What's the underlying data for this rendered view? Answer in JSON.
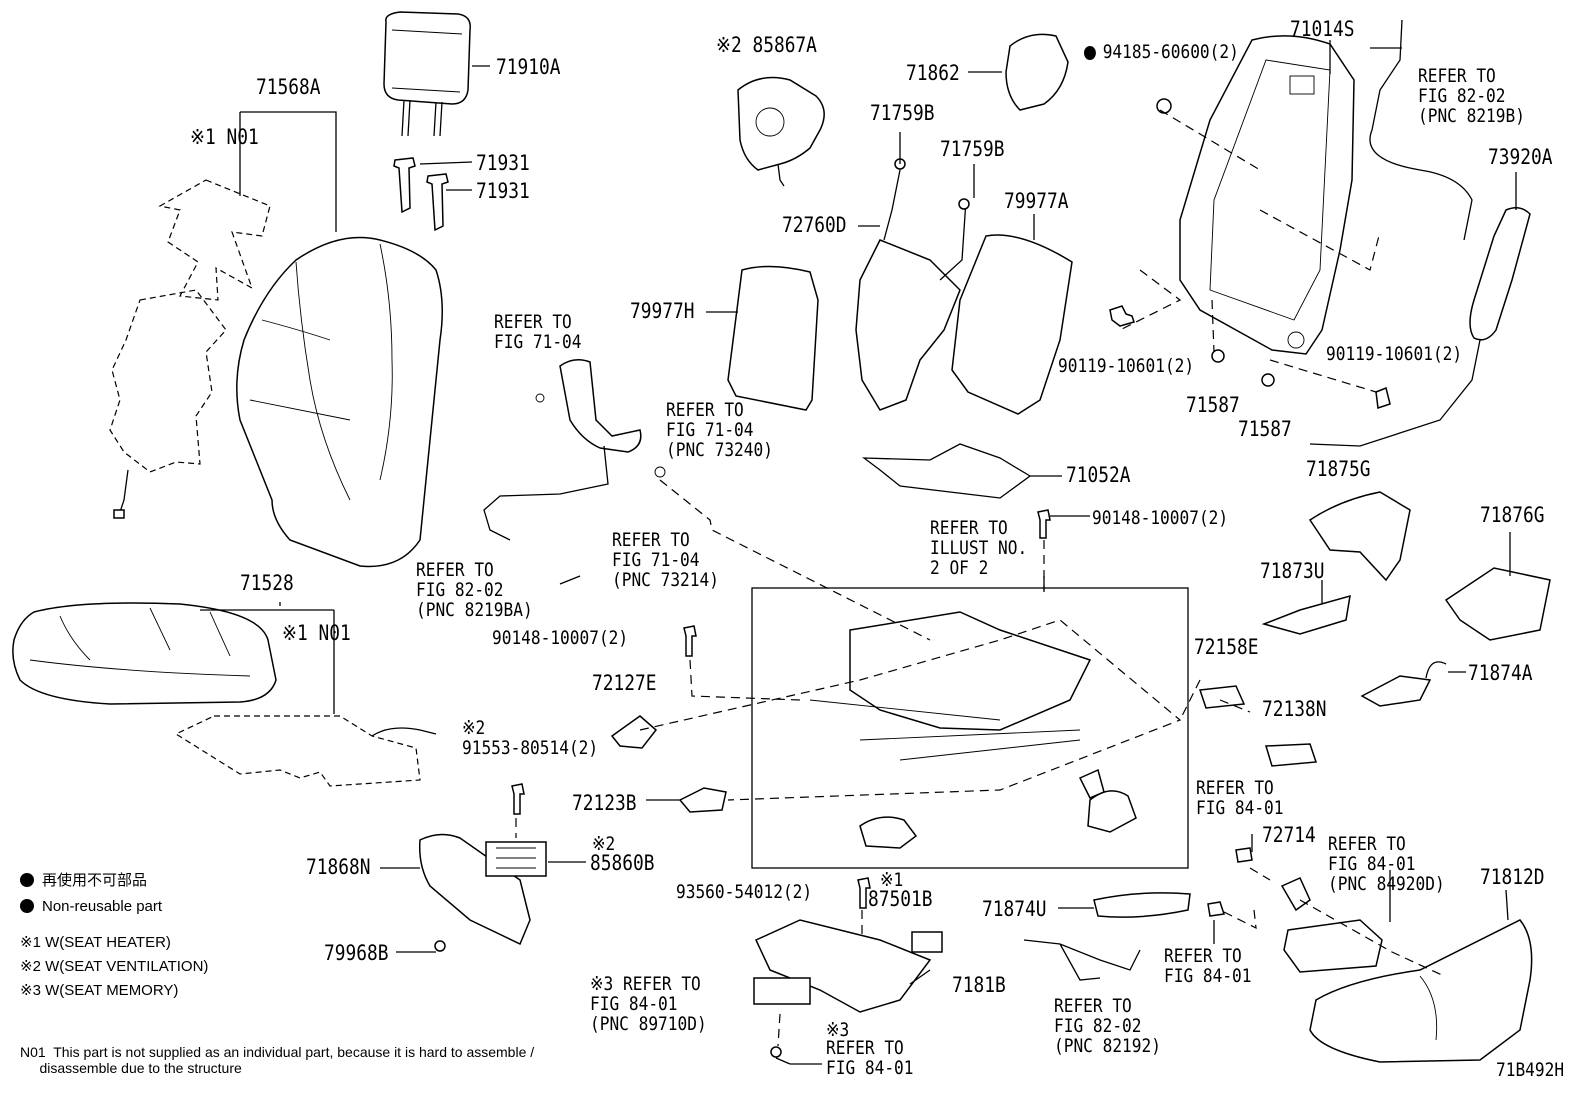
{
  "labels": {
    "p71910A": "71910A",
    "p71568A": "71568A",
    "n01_top": "※1 N01",
    "p71931_a": "71931",
    "p71931_b": "71931",
    "p85867A": "※2 85867A",
    "p71862": "71862",
    "p94185": "94185-60600(2)",
    "p71014S": "71014S",
    "ref_82_02_top": "REFER TO\nFIG 82-02\n(PNC 8219B)",
    "p73920A": "73920A",
    "p71759B_a": "71759B",
    "p71759B_b": "71759B",
    "p72760D": "72760D",
    "p79977A": "79977A",
    "p79977H": "79977H",
    "ref_71_04_a": "REFER TO\nFIG 71-04",
    "ref_71_04_b": "REFER TO\nFIG 71-04\n(PNC 73240)",
    "p90119_a": "90119-10601(2)",
    "p90119_b": "90119-10601(2)",
    "p71587_a": "71587",
    "p71587_b": "71587",
    "p71052A": "71052A",
    "p71875G": "71875G",
    "p90148_a": "90148-10007(2)",
    "ref_illust": "REFER TO\nILLUST NO.\n2 OF 2",
    "p71876G": "71876G",
    "ref_82_02_mid": "REFER TO\nFIG 82-02\n(PNC 8219BA)",
    "ref_71_04_c": "REFER TO\nFIG 71-04\n(PNC 73214)",
    "p71528": "71528",
    "n01_bottom": "※1 N01",
    "p71873U": "71873U",
    "p90148_b": "90148-10007(2)",
    "p72158E": "72158E",
    "p72127E": "72127E",
    "p71874A": "71874A",
    "mark2_a": "※2",
    "p91553": "91553-80514(2)",
    "p72138N": "72138N",
    "p72123B": "72123B",
    "ref_84_01_a": "REFER TO\nFIG 84-01",
    "p72714": "72714",
    "ref_84_01_pnc": "REFER TO\nFIG 84-01\n(PNC 84920D)",
    "mark2_b": "※2",
    "p85860B": "85860B",
    "p71868N": "71868N",
    "p71812D": "71812D",
    "p93560": "93560-54012(2)",
    "mark1": "※1",
    "p87501B": "87501B",
    "p71874U": "71874U",
    "p79968B": "79968B",
    "ref_84_01_b": "REFER TO\nFIG 84-01",
    "ref_84_01_mem": "※3 REFER TO\nFIG 84-01\n(PNC 89710D)",
    "p7181B": "7181B",
    "ref_82_02_bot": "REFER TO\nFIG 82-02\n(PNC 82192)",
    "mark3": "※3",
    "ref_84_01_c": "REFER TO\nFIG 84-01",
    "diagram_code": "71B492H"
  },
  "legend": {
    "reuse_jp": "再使用不可部品",
    "reuse_en": "Non-reusable part",
    "note1": "※1 W(SEAT HEATER)",
    "note2": "※2 W(SEAT VENTILATION)",
    "note3": "※3 W(SEAT MEMORY)",
    "n01_note": "N01  This part is not supplied as an individual part, because it is hard to assemble /\n     disassemble due to the structure"
  }
}
